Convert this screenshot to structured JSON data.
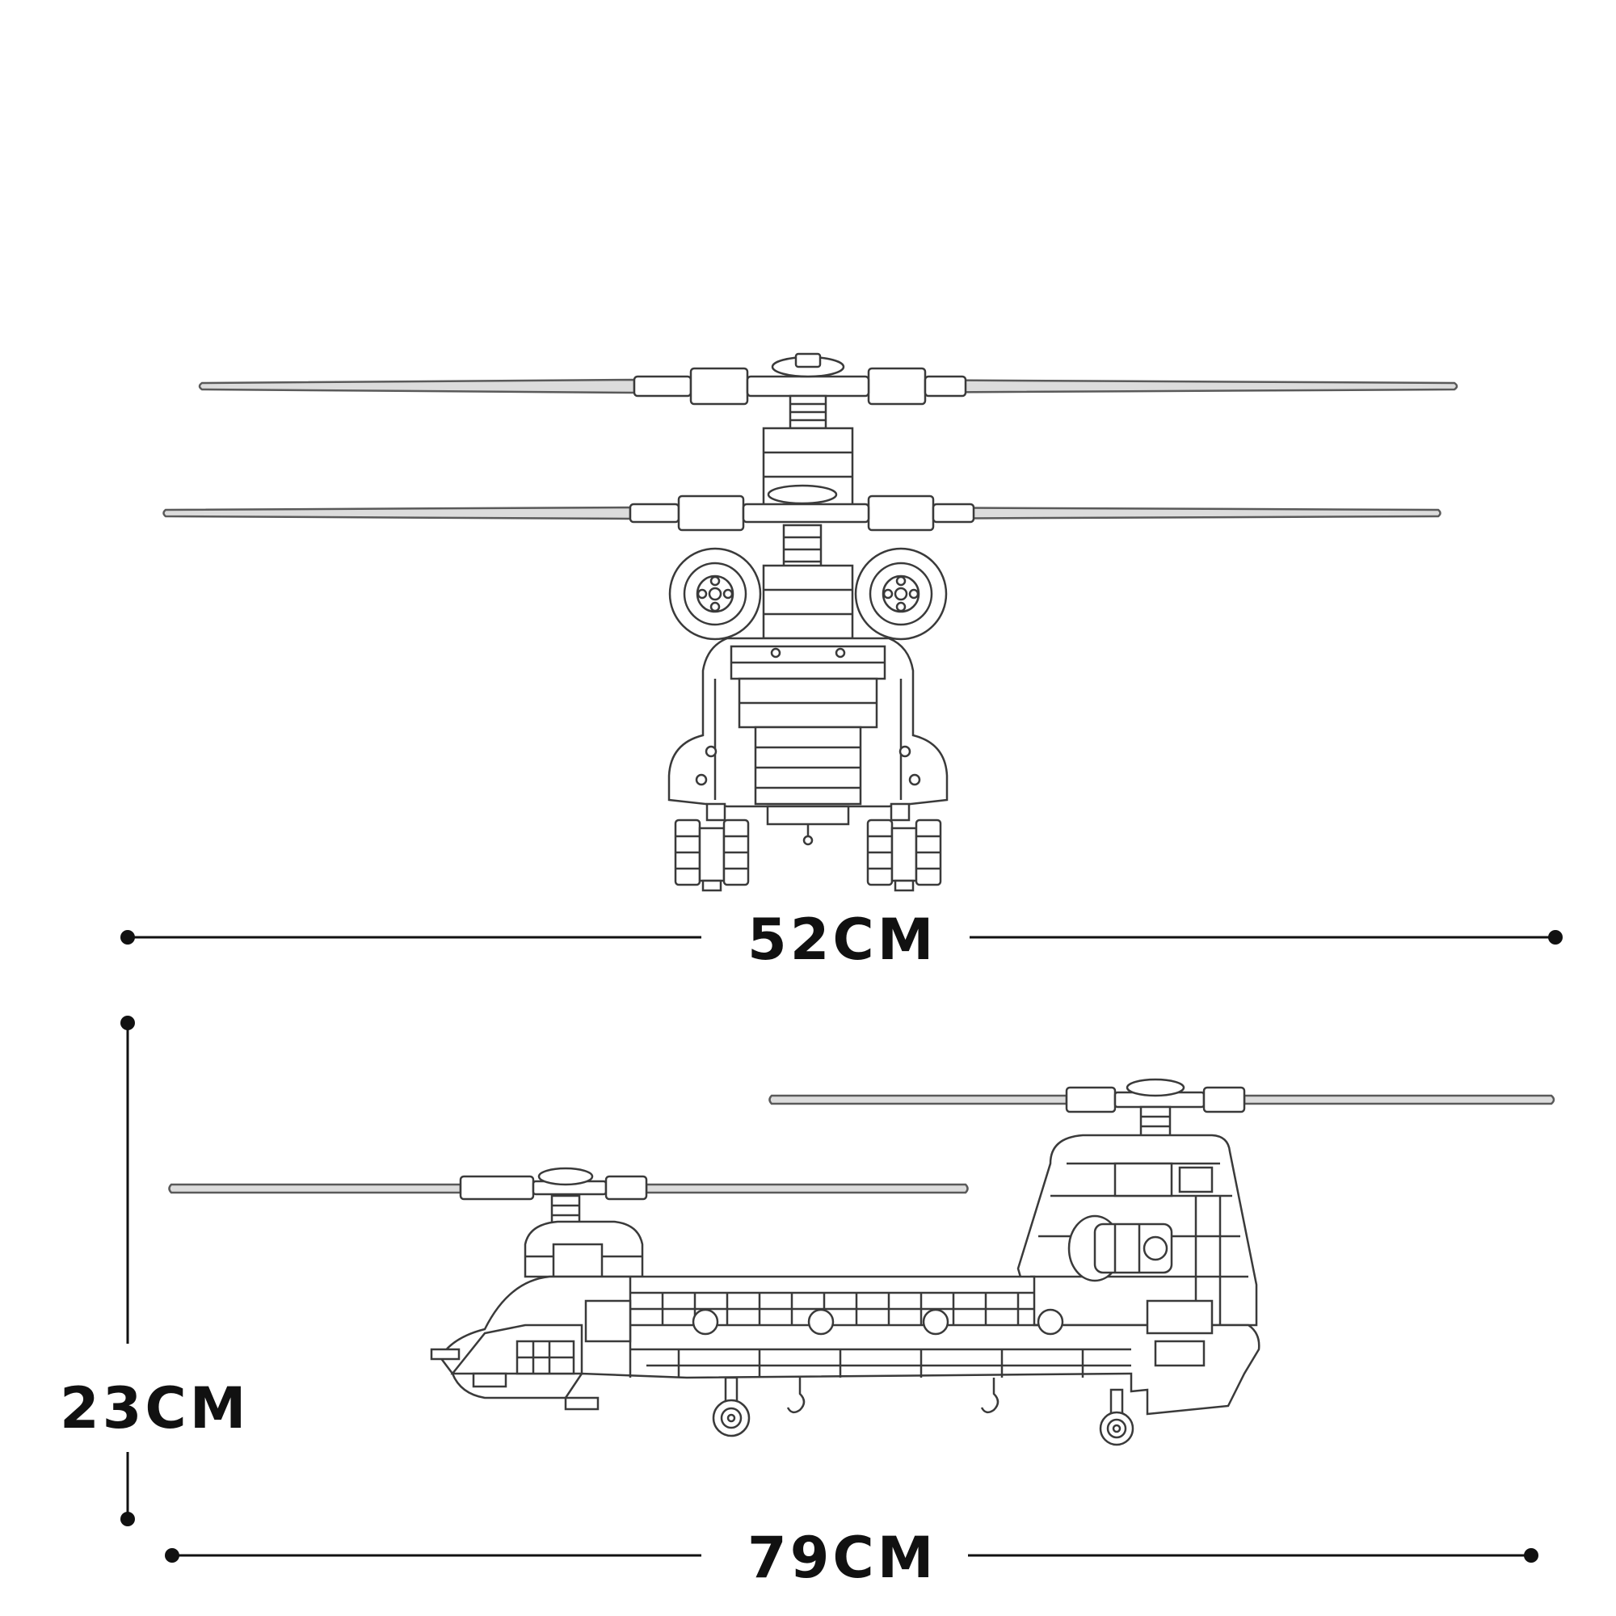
{
  "dimensions": {
    "width": "52CM",
    "height": "23CM",
    "length": "79CM"
  },
  "colors": {
    "line": "#111111",
    "outline": "#3a3a3a",
    "blade": "#5a5a5a",
    "background": "#ffffff"
  }
}
